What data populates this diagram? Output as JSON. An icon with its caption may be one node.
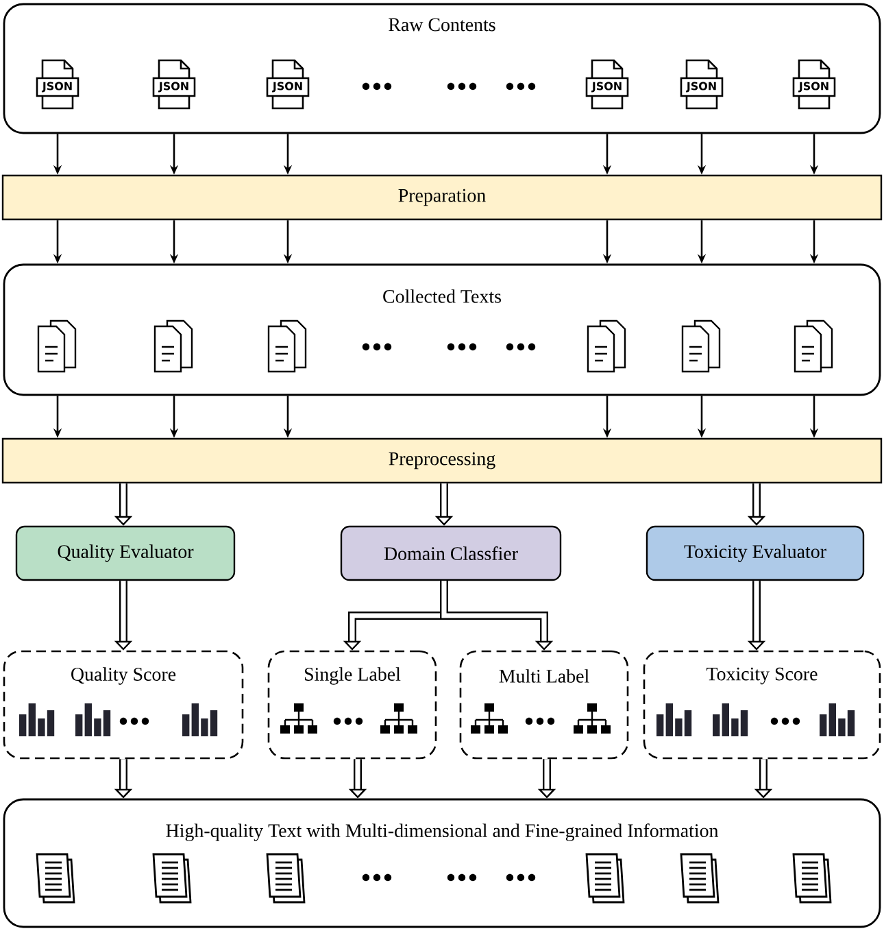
{
  "diagram": {
    "nodes": [
      {
        "text": [
          "Raw Contents"
        ]
      },
      {
        "text": [
          "Preparation"
        ]
      },
      {
        "text": [
          "Collected Texts"
        ]
      },
      {
        "text": [
          "Preprocessing"
        ]
      },
      {
        "text": [
          "Quality Evaluator"
        ]
      },
      {
        "text": [
          "Domain Classfier"
        ]
      },
      {
        "text": [
          "Toxicity Evaluator"
        ]
      },
      {
        "text": [
          "Quality Score"
        ]
      },
      {
        "text": [
          "Single Label"
        ]
      },
      {
        "text": [
          "Multi Label"
        ]
      },
      {
        "text": [
          "Toxicity Score"
        ]
      },
      {
        "text": [
          "High-quality Text with Multi-dimensional and Fine-grained Information"
        ]
      }
    ],
    "edges": [
      {
        "from": 0,
        "to": 1,
        "arrow": "to"
      },
      {
        "from": 0,
        "to": 1,
        "arrow": "to"
      },
      {
        "from": 0,
        "to": 1,
        "arrow": "to"
      },
      {
        "from": 0,
        "to": 1,
        "arrow": "to"
      },
      {
        "from": 0,
        "to": 1,
        "arrow": "to"
      },
      {
        "from": 0,
        "to": 1,
        "arrow": "to"
      },
      {
        "from": 1,
        "to": 2,
        "arrow": "to"
      },
      {
        "from": 1,
        "to": 2,
        "arrow": "to"
      },
      {
        "from": 1,
        "to": 2,
        "arrow": "to"
      },
      {
        "from": 1,
        "to": 2,
        "arrow": "to"
      },
      {
        "from": 1,
        "to": 2,
        "arrow": "to"
      },
      {
        "from": 1,
        "to": 2,
        "arrow": "to"
      },
      {
        "from": 2,
        "to": 3,
        "arrow": "to"
      },
      {
        "from": 2,
        "to": 3,
        "arrow": "to"
      },
      {
        "from": 2,
        "to": 3,
        "arrow": "to"
      },
      {
        "from": 2,
        "to": 3,
        "arrow": "to"
      },
      {
        "from": 2,
        "to": 3,
        "arrow": "to"
      },
      {
        "from": 2,
        "to": 3,
        "arrow": "to"
      },
      {
        "from": 3,
        "to": 4,
        "arrow": "to",
        "style": "thick"
      },
      {
        "from": 3,
        "to": 5,
        "arrow": "to",
        "style": "thick"
      },
      {
        "from": 3,
        "to": 6,
        "arrow": "to",
        "style": "thick"
      },
      {
        "from": 4,
        "to": 7,
        "arrow": "to",
        "style": "thick"
      },
      {
        "from": 5,
        "to": 8,
        "arrow": "to",
        "style": "thick"
      },
      {
        "from": 5,
        "to": 9,
        "arrow": "to",
        "style": "thick"
      },
      {
        "from": 6,
        "to": 10,
        "arrow": "to",
        "style": "thick"
      },
      {
        "from": 7,
        "to": 11,
        "arrow": "to",
        "style": "thick"
      },
      {
        "from": 8,
        "to": 11,
        "arrow": "to",
        "style": "thick"
      },
      {
        "from": 9,
        "to": 11,
        "arrow": "to",
        "style": "thick"
      },
      {
        "from": 10,
        "to": 11,
        "arrow": "to",
        "style": "thick"
      }
    ],
    "labels": [
      "JSON",
      "JSON",
      "JSON",
      "JSON",
      "JSON",
      "JSON"
    ]
  }
}
